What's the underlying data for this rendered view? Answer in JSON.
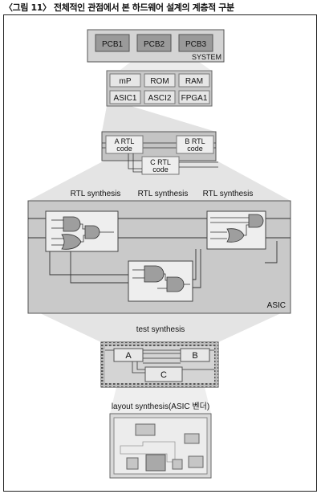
{
  "caption": "〈그림 11〉 전체적인 관점에서 본 하드웨어 설계의 계층적 구분",
  "system": {
    "boards": [
      "PCB1",
      "PCB2",
      "PCB3"
    ],
    "label": "SYSTEM"
  },
  "components": {
    "row1": [
      "mP",
      "ROM",
      "RAM"
    ],
    "row2": [
      "ASIC1",
      "ASCI2",
      "FPGA1"
    ]
  },
  "rtl": {
    "a_line1": "A RTL",
    "a_line2": "code",
    "b_line1": "B RTL",
    "b_line2": "code",
    "c_line1": "C RTL",
    "c_line2": "code"
  },
  "synthesis": {
    "labels": [
      "RTL synthesis",
      "RTL synthesis",
      "RTL synthesis"
    ]
  },
  "asic": {
    "label": "ASIC"
  },
  "test": {
    "label": "test synthesis",
    "blocks": [
      "A",
      "B",
      "C"
    ]
  },
  "layout": {
    "label": "layout synthesis(ASIC 벤더)"
  }
}
